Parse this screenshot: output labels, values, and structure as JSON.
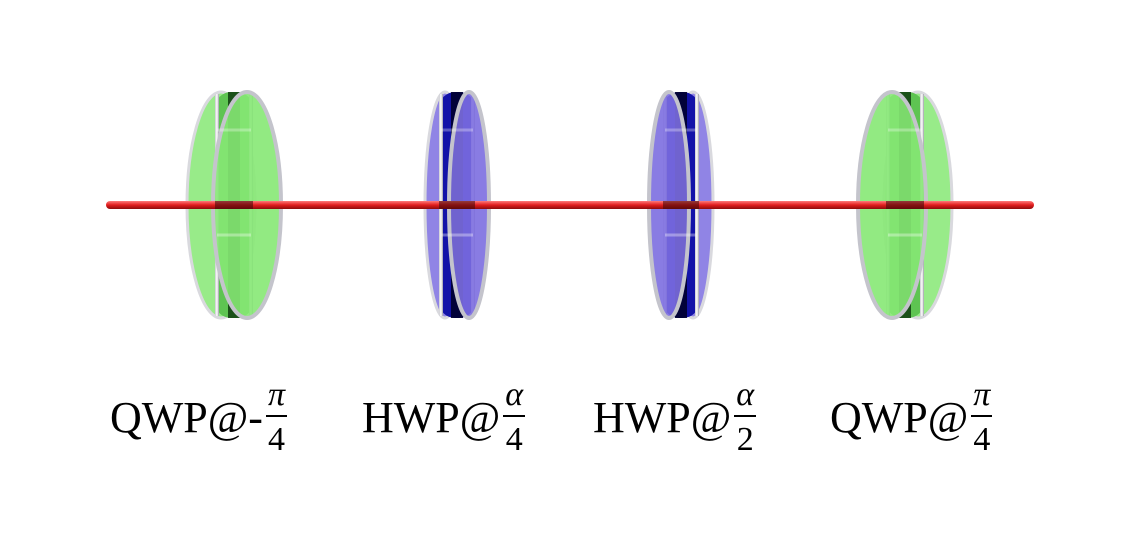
{
  "beam": {
    "color": "#e11d1d"
  },
  "elements": [
    {
      "kind": "QWP",
      "color": "green",
      "face": "#86e874",
      "rim": "#5ec452",
      "band": "#0f3d0f",
      "label": {
        "text": "QWP@-",
        "numerator": "π",
        "denominator": "4"
      }
    },
    {
      "kind": "HWP",
      "color": "blue",
      "face": "#7c6ee0",
      "rim": "#1313a8",
      "band": "#000026",
      "label": {
        "text": "HWP@",
        "numerator": "α",
        "denominator": "4"
      }
    },
    {
      "kind": "HWP",
      "color": "blue",
      "face": "#7c6ee0",
      "rim": "#1313a8",
      "band": "#000026",
      "label": {
        "text": "HWP@",
        "numerator": "α",
        "denominator": "2"
      }
    },
    {
      "kind": "QWP",
      "color": "green",
      "face": "#86e874",
      "rim": "#5ec452",
      "band": "#0f3d0f",
      "label": {
        "text": "QWP@",
        "numerator": "π",
        "denominator": "4"
      }
    }
  ]
}
